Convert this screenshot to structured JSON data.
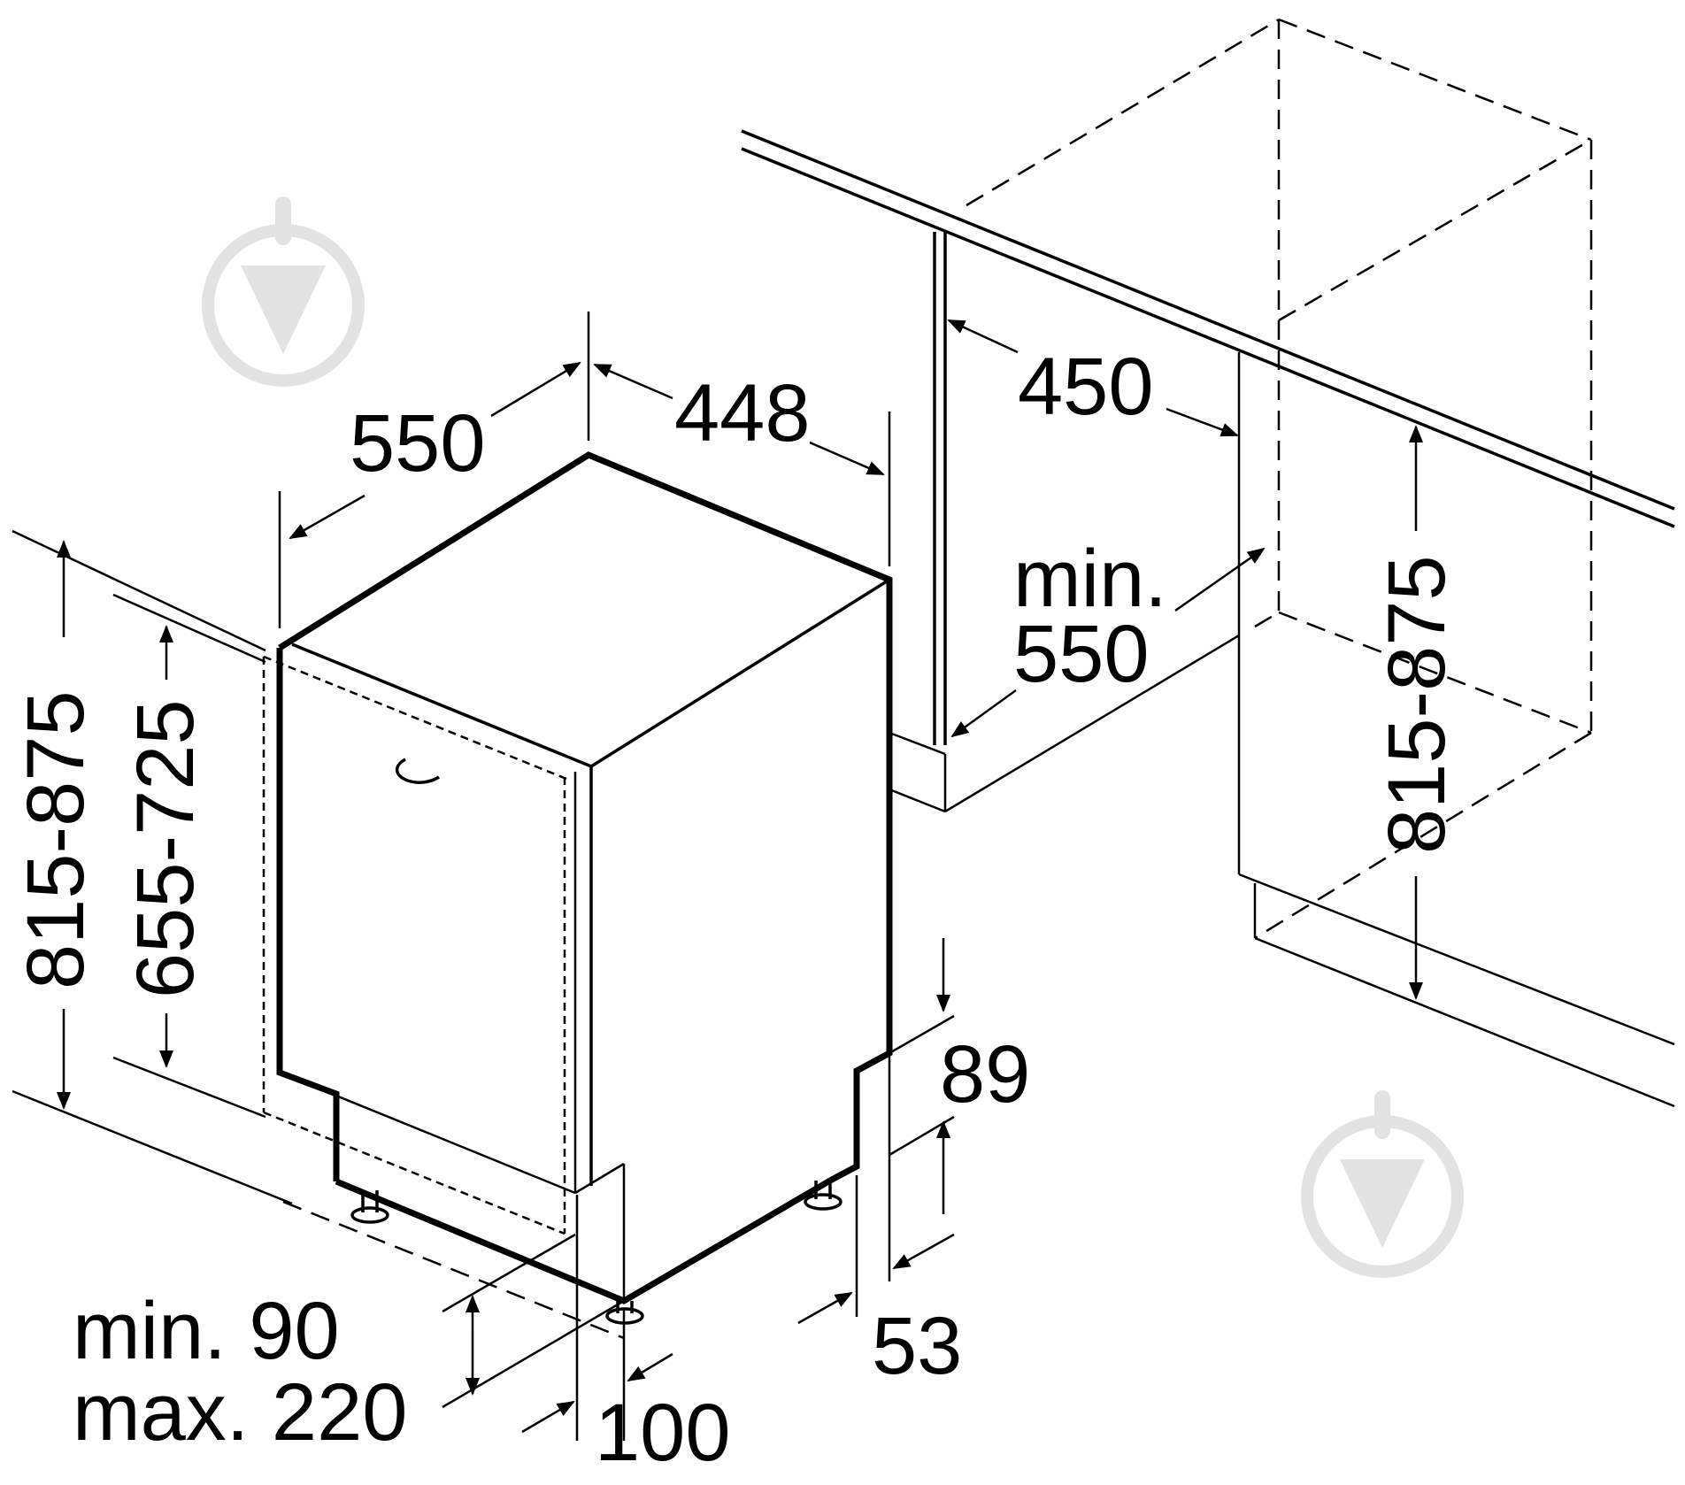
{
  "dimensions": {
    "depth": "550",
    "width": "448",
    "niche_width": "450",
    "niche_depth": "min.\n550",
    "niche_depth_line1": "min.",
    "niche_depth_line2": "550",
    "niche_height": "815-875",
    "height_left": "815-875",
    "door_height": "655-725",
    "plinth_top": "89",
    "plinth_offset": "53",
    "plinth_height_line1": "min. 90",
    "plinth_height_line2": "max. 220",
    "foot_depth": "100"
  },
  "colors": {
    "lines": "#000000",
    "watermark": "#e2e2e2",
    "background": "#ffffff"
  }
}
